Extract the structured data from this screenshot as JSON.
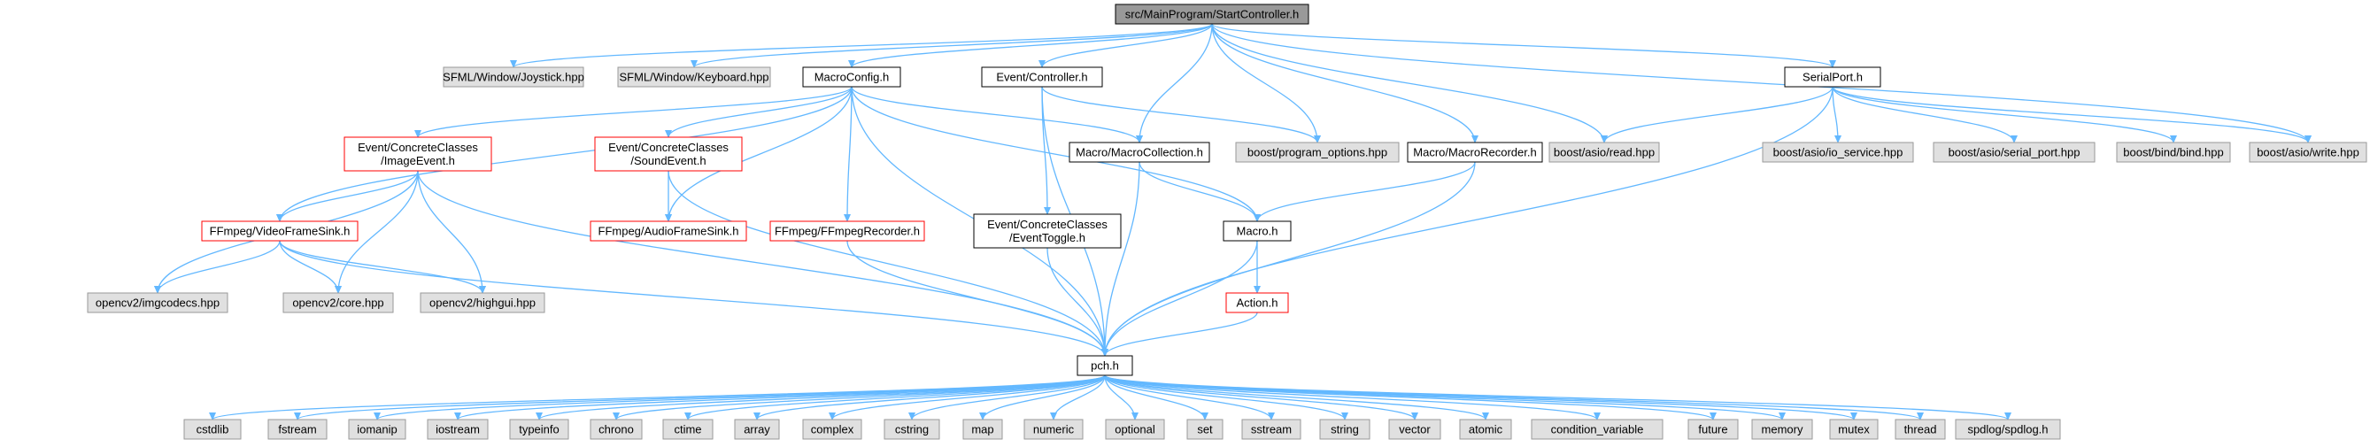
{
  "colors": {
    "edge": "#63b8ff",
    "root_fill": "#999999",
    "doc_fill": "#ffffff",
    "doc_border": "#000000",
    "incomplete_border": "#ff0000",
    "external_fill": "#e0e0e0",
    "external_border": "#999999"
  },
  "nodes": [
    {
      "id": "root",
      "label": "src/MainProgram/StartController.h",
      "style": "root"
    },
    {
      "id": "joystick",
      "label": "SFML/Window/Joystick.hpp",
      "style": "external"
    },
    {
      "id": "keyboard",
      "label": "SFML/Window/Keyboard.hpp",
      "style": "external"
    },
    {
      "id": "macroconfig",
      "label": "MacroConfig.h",
      "style": "doc"
    },
    {
      "id": "controller",
      "label": "Event/Controller.h",
      "style": "doc"
    },
    {
      "id": "serialport",
      "label": "SerialPort.h",
      "style": "doc"
    },
    {
      "id": "imageevent",
      "label": "Event/ConcreteClasses\n/ImageEvent.h",
      "style": "incomplete"
    },
    {
      "id": "soundevent",
      "label": "Event/ConcreteClasses\n/SoundEvent.h",
      "style": "incomplete"
    },
    {
      "id": "macrocollection",
      "label": "Macro/MacroCollection.h",
      "style": "doc"
    },
    {
      "id": "programoptions",
      "label": "boost/program_options.hpp",
      "style": "external"
    },
    {
      "id": "macrorecorder",
      "label": "Macro/MacroRecorder.h",
      "style": "doc"
    },
    {
      "id": "asioread",
      "label": "boost/asio/read.hpp",
      "style": "external"
    },
    {
      "id": "ioservice",
      "label": "boost/asio/io_service.hpp",
      "style": "external"
    },
    {
      "id": "serialporthpp",
      "label": "boost/asio/serial_port.hpp",
      "style": "external"
    },
    {
      "id": "bind",
      "label": "boost/bind/bind.hpp",
      "style": "external"
    },
    {
      "id": "asiowrite",
      "label": "boost/asio/write.hpp",
      "style": "external"
    },
    {
      "id": "videoframesink",
      "label": "FFmpeg/VideoFrameSink.h",
      "style": "incomplete"
    },
    {
      "id": "audioframesink",
      "label": "FFmpeg/AudioFrameSink.h",
      "style": "incomplete"
    },
    {
      "id": "ffmpegrecorder",
      "label": "FFmpeg/FFmpegRecorder.h",
      "style": "incomplete"
    },
    {
      "id": "eventtoggle",
      "label": "Event/ConcreteClasses\n/EventToggle.h",
      "style": "doc"
    },
    {
      "id": "macro",
      "label": "Macro.h",
      "style": "doc"
    },
    {
      "id": "imgcodecs",
      "label": "opencv2/imgcodecs.hpp",
      "style": "external"
    },
    {
      "id": "core",
      "label": "opencv2/core.hpp",
      "style": "external"
    },
    {
      "id": "highgui",
      "label": "opencv2/highgui.hpp",
      "style": "external"
    },
    {
      "id": "action",
      "label": "Action.h",
      "style": "incomplete"
    },
    {
      "id": "pch",
      "label": "pch.h",
      "style": "doc"
    },
    {
      "id": "cstdlib",
      "label": "cstdlib",
      "style": "external"
    },
    {
      "id": "fstream",
      "label": "fstream",
      "style": "external"
    },
    {
      "id": "iomanip",
      "label": "iomanip",
      "style": "external"
    },
    {
      "id": "iostream",
      "label": "iostream",
      "style": "external"
    },
    {
      "id": "typeinfo",
      "label": "typeinfo",
      "style": "external"
    },
    {
      "id": "chrono",
      "label": "chrono",
      "style": "external"
    },
    {
      "id": "ctime",
      "label": "ctime",
      "style": "external"
    },
    {
      "id": "array",
      "label": "array",
      "style": "external"
    },
    {
      "id": "complex",
      "label": "complex",
      "style": "external"
    },
    {
      "id": "cstring",
      "label": "cstring",
      "style": "external"
    },
    {
      "id": "map",
      "label": "map",
      "style": "external"
    },
    {
      "id": "numeric",
      "label": "numeric",
      "style": "external"
    },
    {
      "id": "optional",
      "label": "optional",
      "style": "external"
    },
    {
      "id": "set",
      "label": "set",
      "style": "external"
    },
    {
      "id": "sstream",
      "label": "sstream",
      "style": "external"
    },
    {
      "id": "string",
      "label": "string",
      "style": "external"
    },
    {
      "id": "vector",
      "label": "vector",
      "style": "external"
    },
    {
      "id": "atomic",
      "label": "atomic",
      "style": "external"
    },
    {
      "id": "condvar",
      "label": "condition_variable",
      "style": "external"
    },
    {
      "id": "future",
      "label": "future",
      "style": "external"
    },
    {
      "id": "memory",
      "label": "memory",
      "style": "external"
    },
    {
      "id": "mutex",
      "label": "mutex",
      "style": "external"
    },
    {
      "id": "thread",
      "label": "thread",
      "style": "external"
    },
    {
      "id": "spdlog",
      "label": "spdlog/spdlog.h",
      "style": "external"
    }
  ],
  "edges": [
    [
      "root",
      "joystick"
    ],
    [
      "root",
      "keyboard"
    ],
    [
      "root",
      "macroconfig"
    ],
    [
      "root",
      "controller"
    ],
    [
      "root",
      "macrocollection"
    ],
    [
      "root",
      "programoptions"
    ],
    [
      "root",
      "macrorecorder"
    ],
    [
      "root",
      "asioread"
    ],
    [
      "root",
      "serialport"
    ],
    [
      "root",
      "asiowrite"
    ],
    [
      "macroconfig",
      "imageevent"
    ],
    [
      "macroconfig",
      "soundevent"
    ],
    [
      "macroconfig",
      "macrocollection"
    ],
    [
      "macroconfig",
      "videoframesink"
    ],
    [
      "macroconfig",
      "audioframesink"
    ],
    [
      "macroconfig",
      "ffmpegrecorder"
    ],
    [
      "macroconfig",
      "macro"
    ],
    [
      "macroconfig",
      "pch"
    ],
    [
      "controller",
      "programoptions"
    ],
    [
      "controller",
      "eventtoggle"
    ],
    [
      "controller",
      "pch"
    ],
    [
      "serialport",
      "asioread"
    ],
    [
      "serialport",
      "ioservice"
    ],
    [
      "serialport",
      "serialporthpp"
    ],
    [
      "serialport",
      "bind"
    ],
    [
      "serialport",
      "asiowrite"
    ],
    [
      "serialport",
      "pch"
    ],
    [
      "imageevent",
      "videoframesink"
    ],
    [
      "imageevent",
      "imgcodecs"
    ],
    [
      "imageevent",
      "core"
    ],
    [
      "imageevent",
      "highgui"
    ],
    [
      "imageevent",
      "pch"
    ],
    [
      "soundevent",
      "audioframesink"
    ],
    [
      "soundevent",
      "pch"
    ],
    [
      "macrocollection",
      "macro"
    ],
    [
      "macrocollection",
      "pch"
    ],
    [
      "macrorecorder",
      "macro"
    ],
    [
      "macrorecorder",
      "pch"
    ],
    [
      "videoframesink",
      "imgcodecs"
    ],
    [
      "videoframesink",
      "core"
    ],
    [
      "videoframesink",
      "highgui"
    ],
    [
      "videoframesink",
      "pch"
    ],
    [
      "ffmpegrecorder",
      "pch"
    ],
    [
      "eventtoggle",
      "pch"
    ],
    [
      "macro",
      "action"
    ],
    [
      "macro",
      "pch"
    ],
    [
      "action",
      "pch"
    ],
    [
      "pch",
      "cstdlib"
    ],
    [
      "pch",
      "fstream"
    ],
    [
      "pch",
      "iomanip"
    ],
    [
      "pch",
      "iostream"
    ],
    [
      "pch",
      "typeinfo"
    ],
    [
      "pch",
      "chrono"
    ],
    [
      "pch",
      "ctime"
    ],
    [
      "pch",
      "array"
    ],
    [
      "pch",
      "complex"
    ],
    [
      "pch",
      "cstring"
    ],
    [
      "pch",
      "map"
    ],
    [
      "pch",
      "numeric"
    ],
    [
      "pch",
      "optional"
    ],
    [
      "pch",
      "set"
    ],
    [
      "pch",
      "sstream"
    ],
    [
      "pch",
      "string"
    ],
    [
      "pch",
      "vector"
    ],
    [
      "pch",
      "atomic"
    ],
    [
      "pch",
      "condvar"
    ],
    [
      "pch",
      "future"
    ],
    [
      "pch",
      "memory"
    ],
    [
      "pch",
      "mutex"
    ],
    [
      "pch",
      "thread"
    ],
    [
      "pch",
      "spdlog"
    ]
  ]
}
